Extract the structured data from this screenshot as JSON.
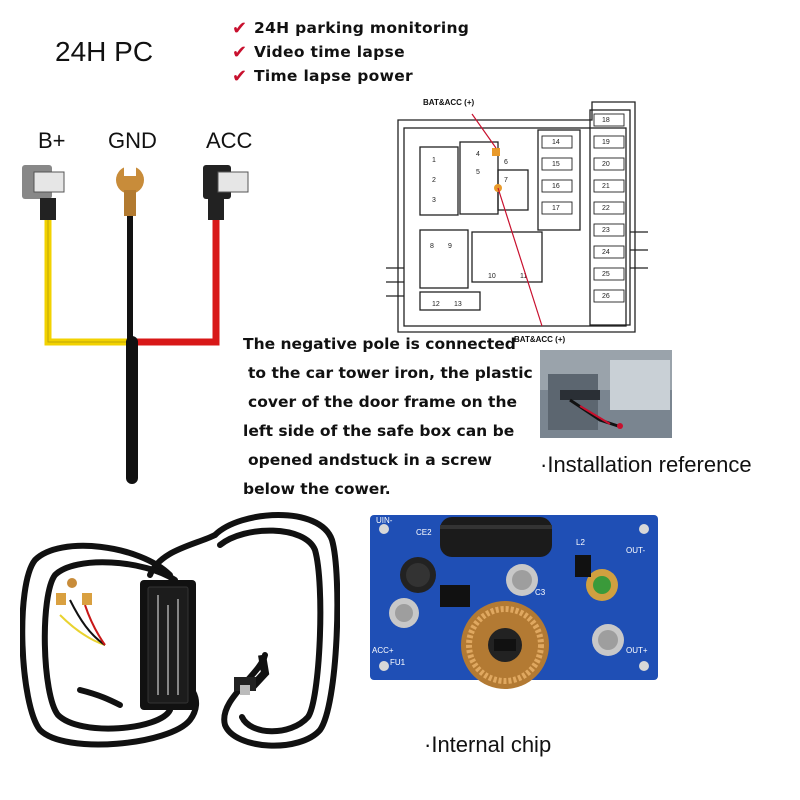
{
  "title": "24H PC",
  "features": [
    "24H parking monitoring",
    "Video time lapse",
    "Time lapse power"
  ],
  "wires": {
    "b_plus": "B+",
    "gnd": "GND",
    "acc": "ACC"
  },
  "fuse_labels": {
    "top": "BAT&ACC (+)",
    "bottom": "BAT&ACC (+)"
  },
  "fuse_numbers": [
    "1",
    "2",
    "3",
    "4",
    "5",
    "6",
    "7",
    "8",
    "9",
    "10",
    "11",
    "12",
    "13",
    "14",
    "15",
    "16",
    "17",
    "18",
    "19",
    "20",
    "21",
    "22",
    "23",
    "24",
    "25",
    "26"
  ],
  "note_lines": [
    "The negative pole is connected",
    "to the car tower iron, the plastic",
    "cover of the door frame on the",
    "left side of the safe box can be",
    "opened andstuck in a screw",
    "below the cower."
  ],
  "captions": {
    "installation": "·Installation reference",
    "chip": "·Internal chip"
  },
  "pcb_labels": {
    "uin": "UIN-",
    "ce2": "CE2",
    "c3": "C3",
    "l2": "L2",
    "acc": "ACC+",
    "fu1": "FU1",
    "out_minus": "OUT-",
    "out_plus": "OUT+"
  },
  "colors": {
    "check": "#c8102e",
    "b_plus_wire": "#f2d200",
    "gnd_wire": "#111111",
    "acc_wire": "#d81818",
    "pcb": "#1f4fb5"
  }
}
